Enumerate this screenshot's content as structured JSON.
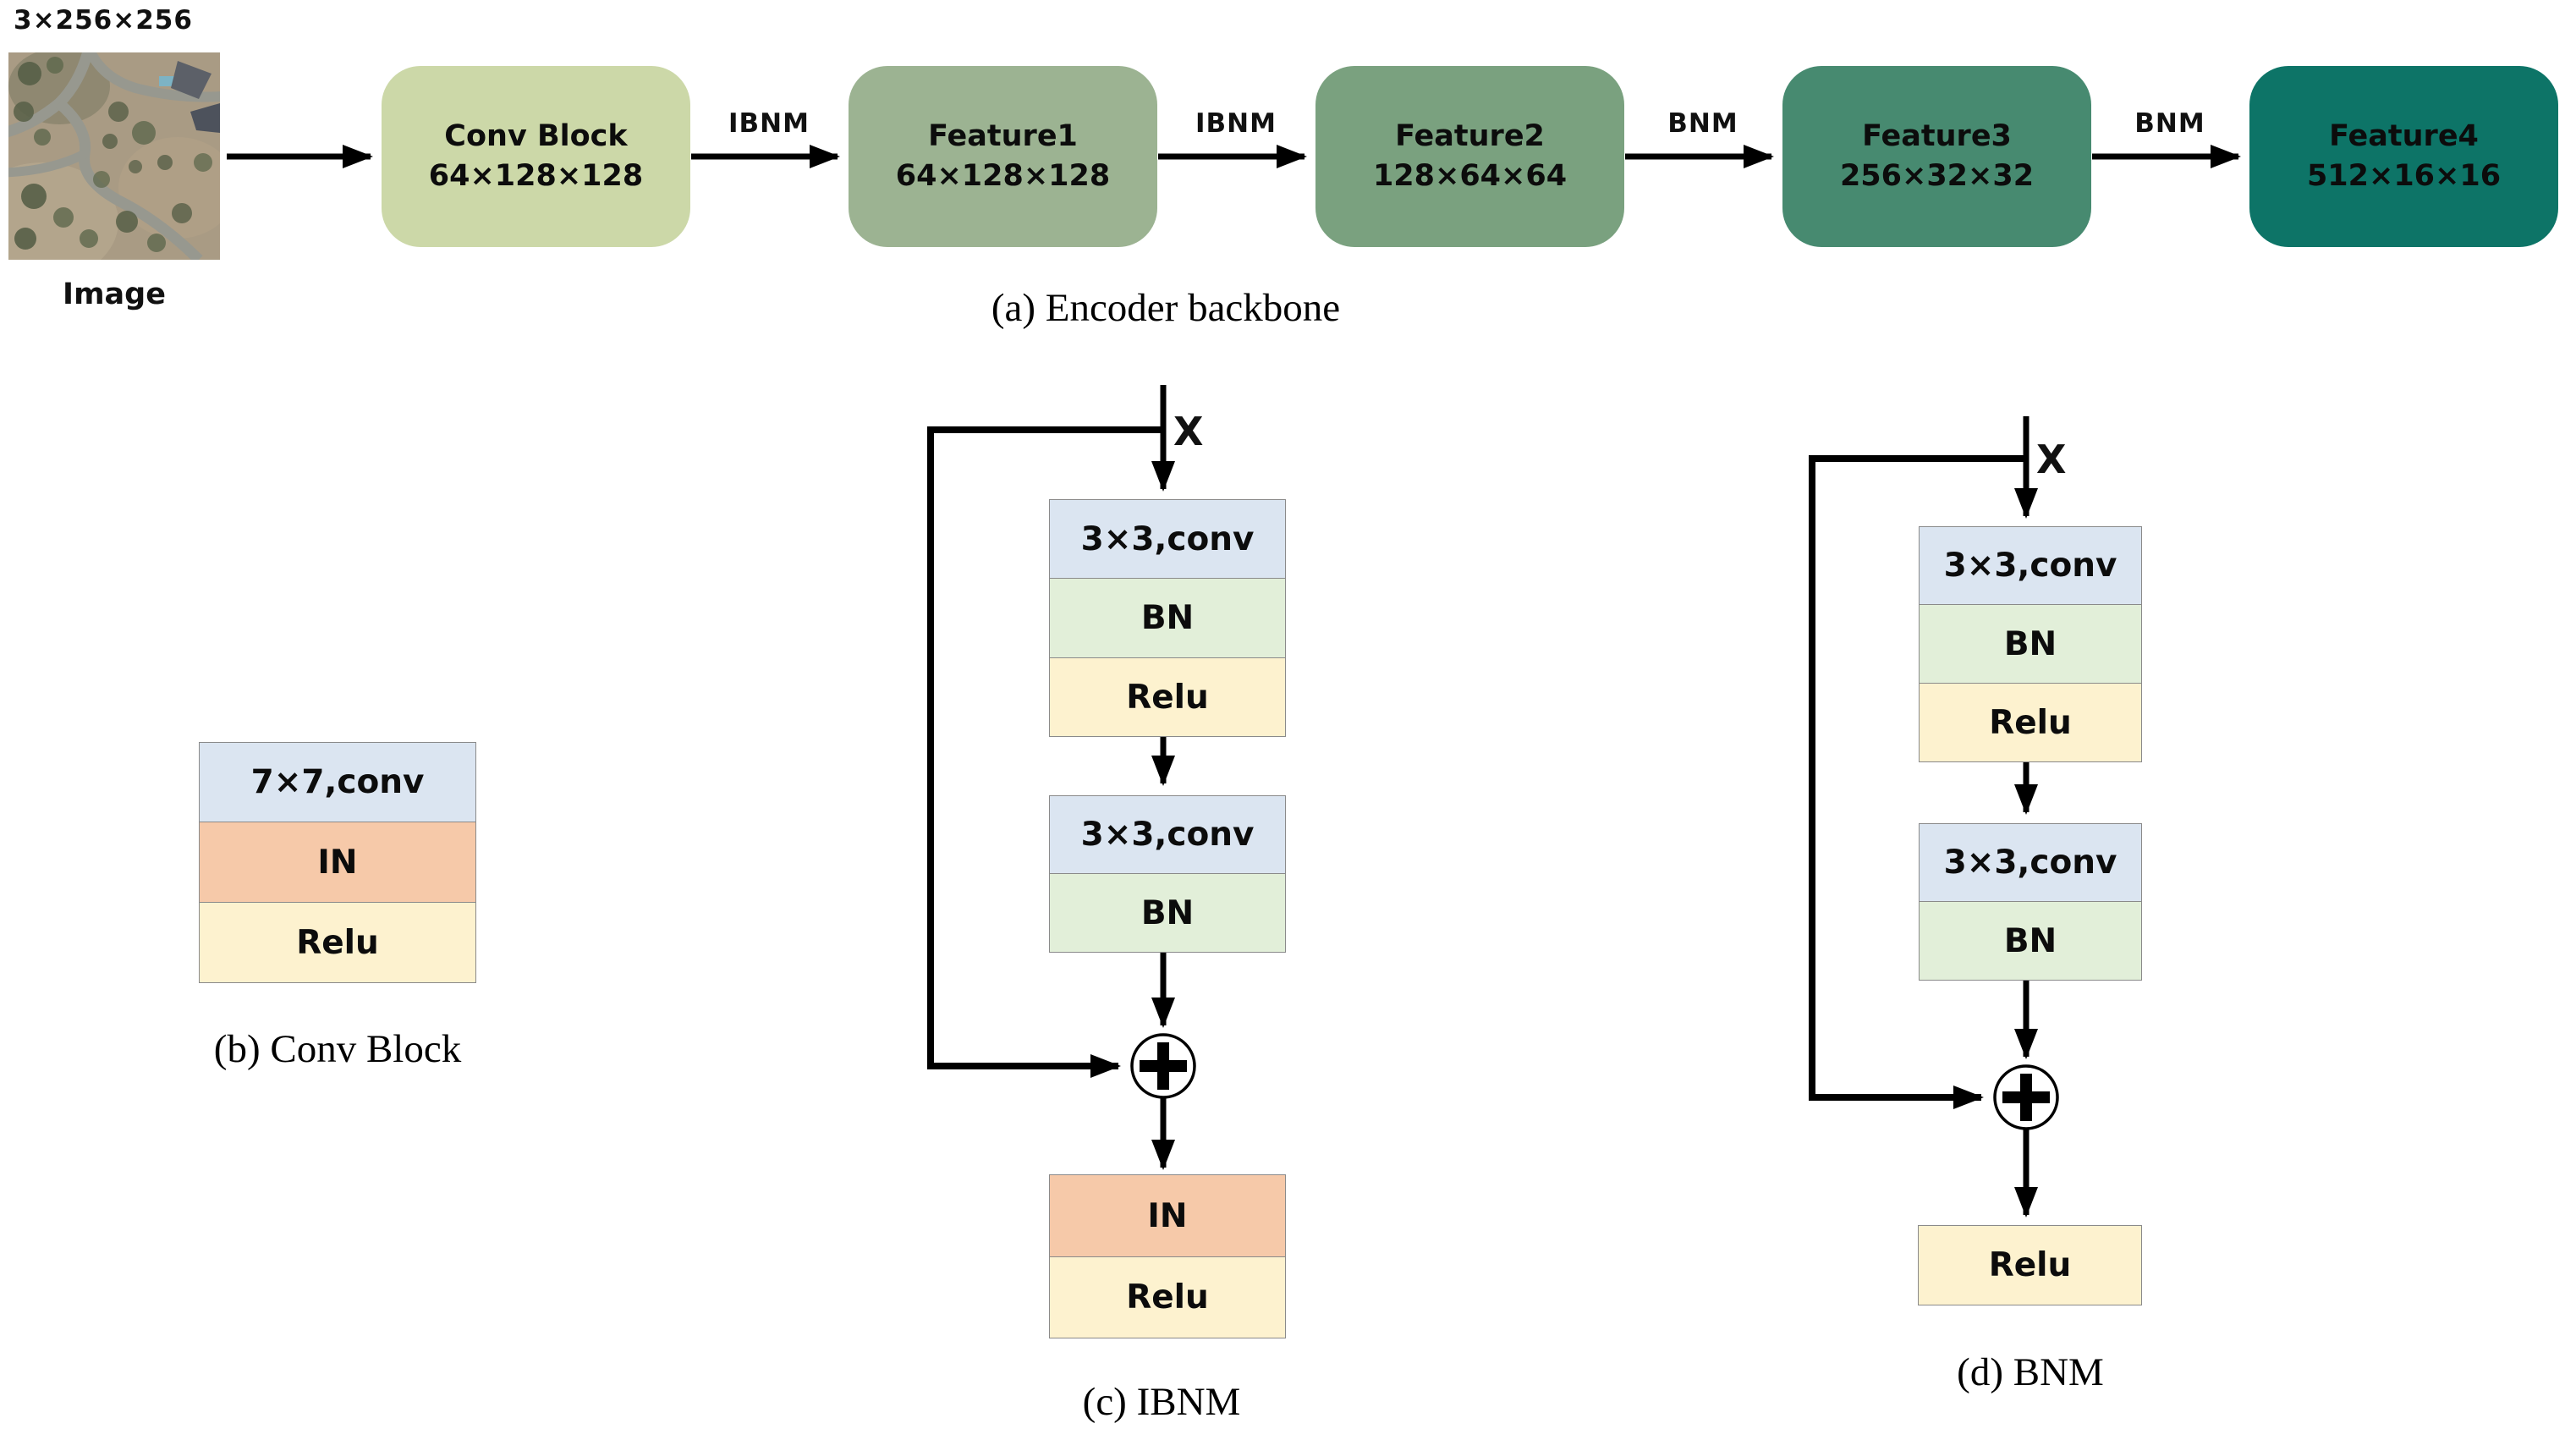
{
  "figure": {
    "type": "neural-network-architecture-diagram"
  },
  "palette": {
    "encoder_block_colors": [
      "#ccd8a8",
      "#9cb392",
      "#7aa17f",
      "#478a70",
      "#0d7467"
    ],
    "layer_conv_blue": "#dbe5f1",
    "layer_bn_green": "#e2efd9",
    "layer_relu_yellow": "#fdf2cf",
    "layer_in_orange": "#f6c9a9",
    "arrow_black": "#000000",
    "layer_border_gray": "#8a8a8a"
  },
  "panel_a": {
    "caption": "(a) Encoder backbone",
    "input_dims": "3×256×256",
    "input_label": "Image",
    "blocks": [
      {
        "title": "Conv Block",
        "dims": "64×128×128",
        "color": "#ccd8a8"
      },
      {
        "title": "Feature1",
        "dims": "64×128×128",
        "color": "#9cb392"
      },
      {
        "title": "Feature2",
        "dims": "128×64×64",
        "color": "#7aa17f"
      },
      {
        "title": "Feature3",
        "dims": "256×32×32",
        "color": "#478a70"
      },
      {
        "title": "Feature4",
        "dims": "512×16×16",
        "color": "#0d7467"
      }
    ],
    "arrows": [
      "IBNM",
      "IBNM",
      "BNM",
      "BNM"
    ]
  },
  "panel_b": {
    "caption": "(b) Conv Block",
    "layers": [
      "7×7,conv",
      "IN",
      "Relu"
    ]
  },
  "panel_c": {
    "caption": "(c) IBNM",
    "input_label": "X",
    "stack1": [
      "3×3,conv",
      "BN",
      "Relu"
    ],
    "stack2": [
      "3×3,conv",
      "BN"
    ],
    "stack3": [
      "IN",
      "Relu"
    ]
  },
  "panel_d": {
    "caption": "(d) BNM",
    "input_label": "X",
    "stack1": [
      "3×3,conv",
      "BN",
      "Relu"
    ],
    "stack2": [
      "3×3,conv",
      "BN"
    ],
    "stack3": [
      "Relu"
    ]
  }
}
